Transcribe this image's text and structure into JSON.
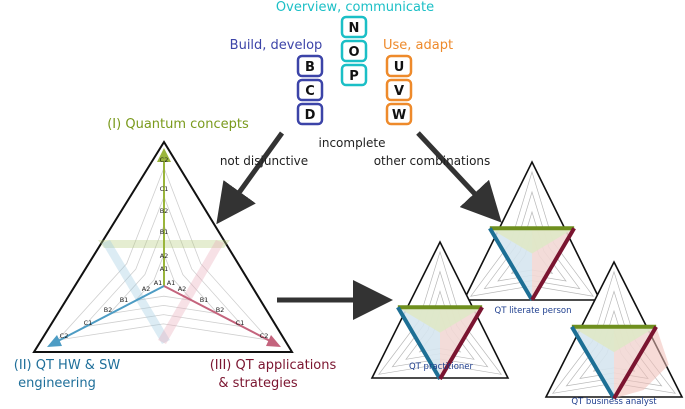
{
  "header": {
    "overview": {
      "text": "Overview, communicate",
      "letters": [
        "N",
        "O",
        "P"
      ],
      "color": "#1bbfc6"
    },
    "build": {
      "text": "Build, develop",
      "letters": [
        "B",
        "C",
        "D"
      ],
      "color": "#3c44a8"
    },
    "use": {
      "text": "Use, adapt",
      "letters": [
        "U",
        "V",
        "W"
      ],
      "color": "#ee8a2b"
    }
  },
  "arrows": {
    "left": "not disjunctive",
    "top": "incomplete",
    "right": "other combinations"
  },
  "axes": {
    "quantum": {
      "title": "(I) Quantum concepts",
      "color": "#7a9a1c"
    },
    "hw": {
      "line1": "(II) QT HW & SW",
      "line2": "engineering",
      "color": "#1f6f9a"
    },
    "app": {
      "line1": "(III) QT applications",
      "line2": "& strategies",
      "color": "#7b1530"
    }
  },
  "levels": [
    "A1",
    "A2",
    "B1",
    "B2",
    "C1",
    "C2"
  ],
  "profiles": {
    "practitioner": "QT practitioner",
    "literate": "QT literate person",
    "analyst": "QT business analyst"
  }
}
